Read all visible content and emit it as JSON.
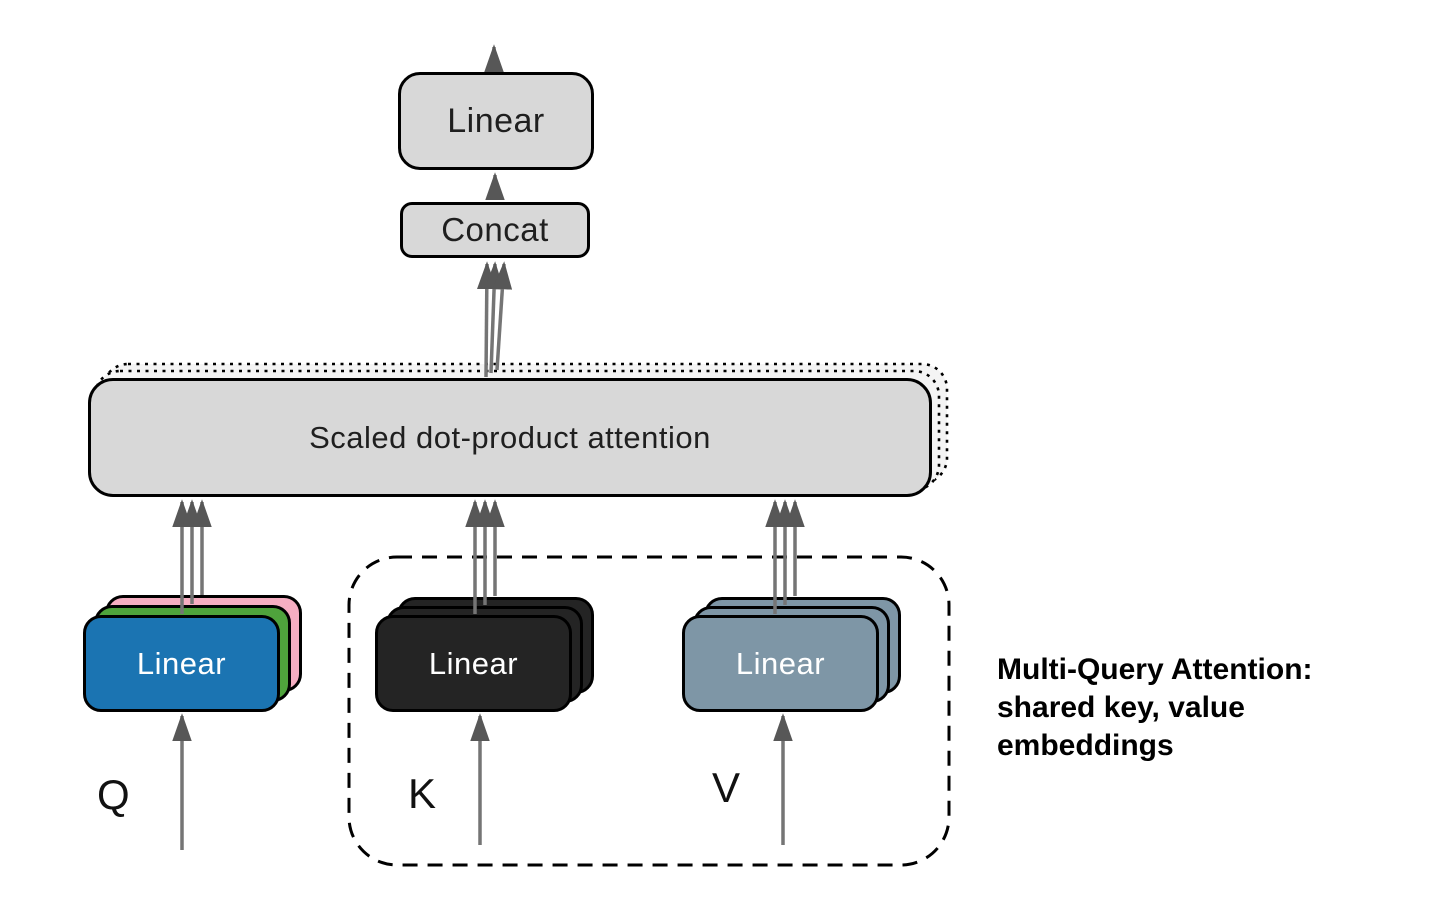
{
  "nodes": {
    "output_linear": {
      "label": "Linear"
    },
    "concat": {
      "label": "Concat"
    },
    "attention": {
      "label": "Scaled dot-product attention"
    },
    "q_linear": {
      "label": "Linear"
    },
    "k_linear": {
      "label": "Linear"
    },
    "v_linear": {
      "label": "Linear"
    }
  },
  "inputs": {
    "q": "Q",
    "k": "K",
    "v": "V"
  },
  "annotation": {
    "lines": [
      "Multi-Query Attention:",
      "shared key, value",
      "embeddings"
    ]
  },
  "colors": {
    "box_fill": "#D8D8D8",
    "box_border": "#000000",
    "ghost_fill": "#F4F4F4",
    "q_front_blue": "#1B74B2",
    "q_mid_green": "#4FA33C",
    "q_back_pink": "#F6AEC2",
    "k_black": "#242424",
    "v_slate": "#7E96A6",
    "arrow_stem": "#757575",
    "arrow_head": "#575757",
    "label_dark": "#1F1F1F",
    "label_light": "#FFFFFF"
  }
}
